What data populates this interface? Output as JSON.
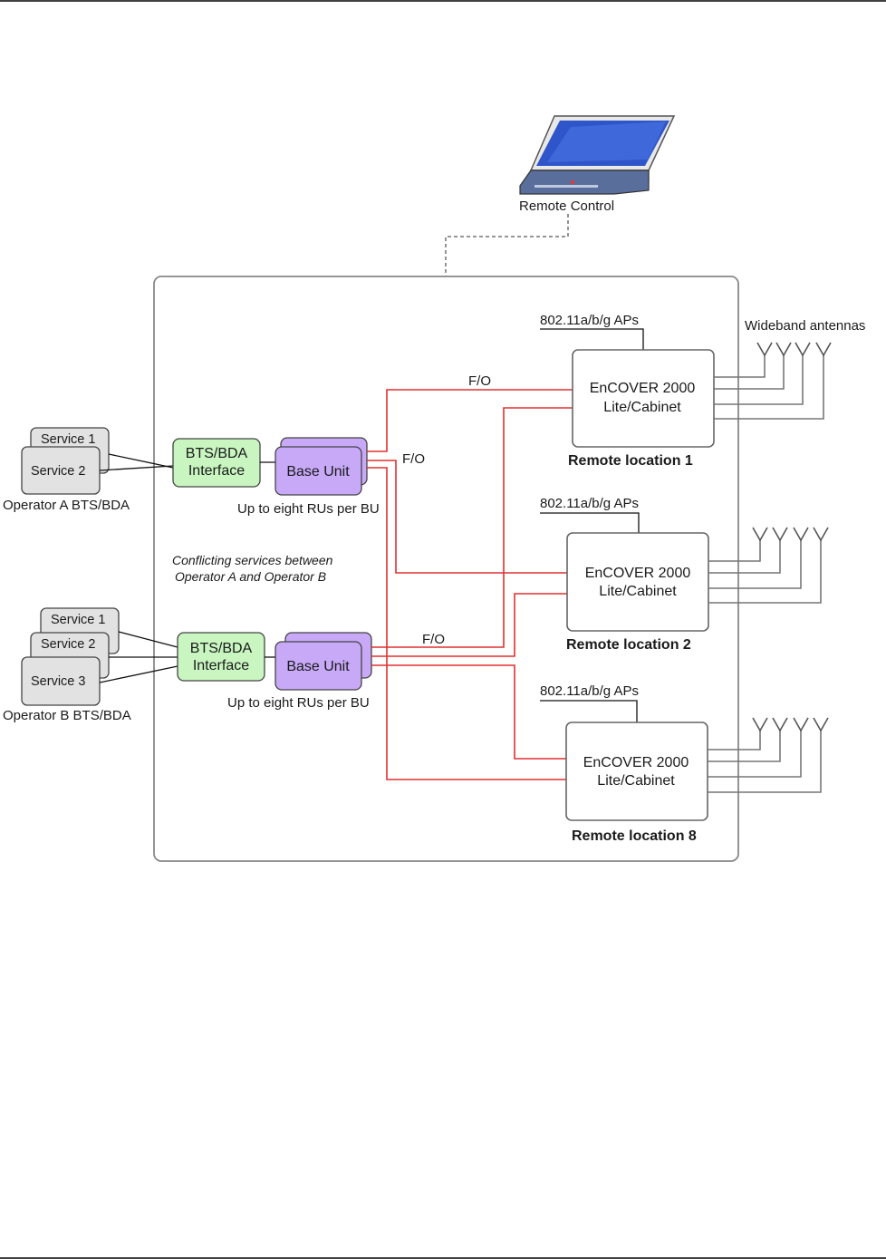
{
  "top_rule_color": "#000000",
  "laptop": {
    "icon": "laptop-icon",
    "label": "Remote Control"
  },
  "wideband_label": "Wideband antennas",
  "operator_a": {
    "services": [
      "Service 1",
      "Service 2"
    ],
    "label": "Operator A BTS/BDA",
    "interface": [
      "BTS/BDA",
      "Interface"
    ],
    "base_unit": "Base Unit",
    "bu_note": "Up to eight RUs per BU",
    "fo_label": "F/O"
  },
  "operator_b": {
    "services": [
      "Service 1",
      "Service 2",
      "Service 3"
    ],
    "label": "Operator B BTS/BDA",
    "interface": [
      "BTS/BDA",
      "Interface"
    ],
    "base_unit": "Base Unit",
    "bu_note": "Up to eight RUs per BU",
    "fo_label": "F/O"
  },
  "conflict_note": [
    "Conflicting services between",
    "Operator A  and Operator B"
  ],
  "top_fo_label": "F/O",
  "remotes": [
    {
      "ap_label": "802.11a/b/g APs",
      "unit": [
        "EnCOVER 2000",
        "Lite/Cabinet"
      ],
      "location": "Remote location 1"
    },
    {
      "ap_label": "802.11a/b/g APs",
      "unit": [
        "EnCOVER 2000",
        "Lite/Cabinet"
      ],
      "location": "Remote location 2"
    },
    {
      "ap_label": "802.11a/b/g APs",
      "unit": [
        "EnCOVER 2000",
        "Lite/Cabinet"
      ],
      "location": "Remote location 8"
    }
  ],
  "colors": {
    "fiber": "#e03030",
    "interface_fill": "#c8f5c0",
    "base_unit_fill": "#c7a9f7",
    "service_fill": "#e2e2e2"
  }
}
